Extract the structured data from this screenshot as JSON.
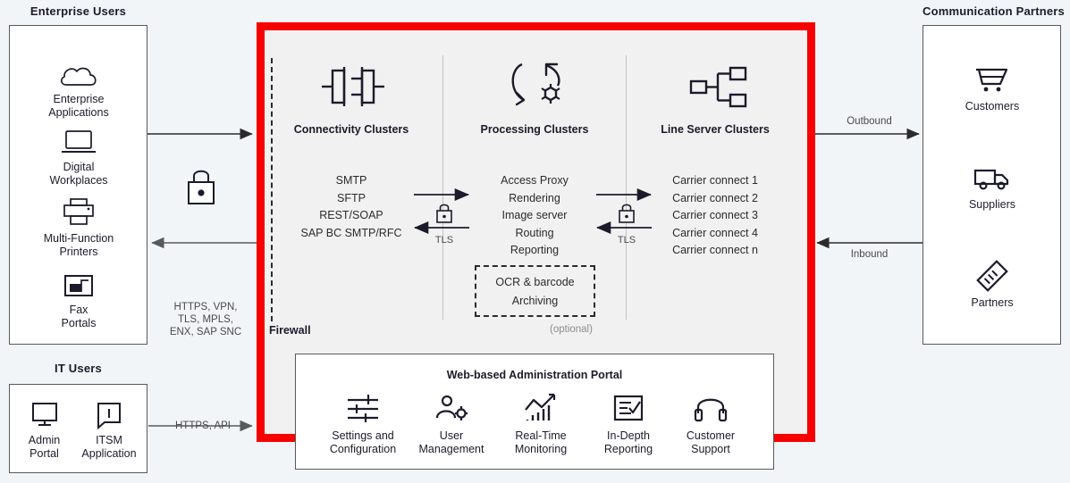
{
  "groups": {
    "enterprise_users": {
      "title": "Enterprise Users",
      "items": [
        {
          "icon": "cloud-icon",
          "label": "Enterprise\nApplications"
        },
        {
          "icon": "laptop-icon",
          "label": "Digital\nWorkplaces"
        },
        {
          "icon": "printer-icon",
          "label": "Multi-Function\nPrinters"
        },
        {
          "icon": "fax-portal-icon",
          "label": "Fax\nPortals"
        }
      ]
    },
    "it_users": {
      "title": "IT Users",
      "items": [
        {
          "icon": "monitor-icon",
          "label": "Admin\nPortal"
        },
        {
          "icon": "info-bubble-icon",
          "label": "ITSM\nApplication"
        }
      ]
    },
    "communication_partners": {
      "title": "Communication Partners",
      "items": [
        {
          "icon": "shopping-cart-icon",
          "label": "Customers"
        },
        {
          "icon": "truck-icon",
          "label": "Suppliers"
        },
        {
          "icon": "handshake-icon",
          "label": "Partners"
        }
      ]
    }
  },
  "connections": {
    "enterprise_protocols": "HTTPS, VPN,\nTLS, MPLS,\nENX, SAP SNC",
    "it_protocols": "HTTPS, API",
    "outbound": "Outbound",
    "inbound": "Inbound",
    "tls_left": "TLS",
    "tls_right": "TLS",
    "lock_icon_left": "padlock-icon",
    "lock_icon_center": "padlock-icon",
    "lock_icon_right": "padlock-icon"
  },
  "firewall": {
    "label": "Firewall",
    "border_color": "#f80000",
    "fill_color": "#f1f1f1"
  },
  "clusters": [
    {
      "icon": "connectivity-clusters-icon",
      "title": "Connectivity Clusters",
      "services": [
        "SMTP",
        "SFTP",
        "REST/SOAP",
        "SAP BC SMTP/RFC"
      ]
    },
    {
      "icon": "processing-clusters-icon",
      "title": "Processing Clusters",
      "services": [
        "Access Proxy",
        "Rendering",
        "Image server",
        "Routing",
        "Reporting"
      ],
      "optional_box": {
        "items": [
          "OCR & barcode",
          "Archiving"
        ],
        "note": "(optional)"
      }
    },
    {
      "icon": "line-server-clusters-icon",
      "title": "Line Server Clusters",
      "services": [
        "Carrier connect 1",
        "Carrier connect 2",
        "Carrier connect 3",
        "Carrier connect 4",
        "Carrier connect n"
      ]
    }
  ],
  "admin_portal": {
    "title": "Web-based Administration Portal",
    "items": [
      {
        "icon": "sliders-icon",
        "label": "Settings and\nConfiguration"
      },
      {
        "icon": "user-gear-icon",
        "label": "User\nManagement"
      },
      {
        "icon": "chart-trend-icon",
        "label": "Real-Time\nMonitoring"
      },
      {
        "icon": "report-check-icon",
        "label": "In-Depth\nReporting"
      },
      {
        "icon": "headset-icon",
        "label": "Customer\nSupport"
      }
    ]
  }
}
